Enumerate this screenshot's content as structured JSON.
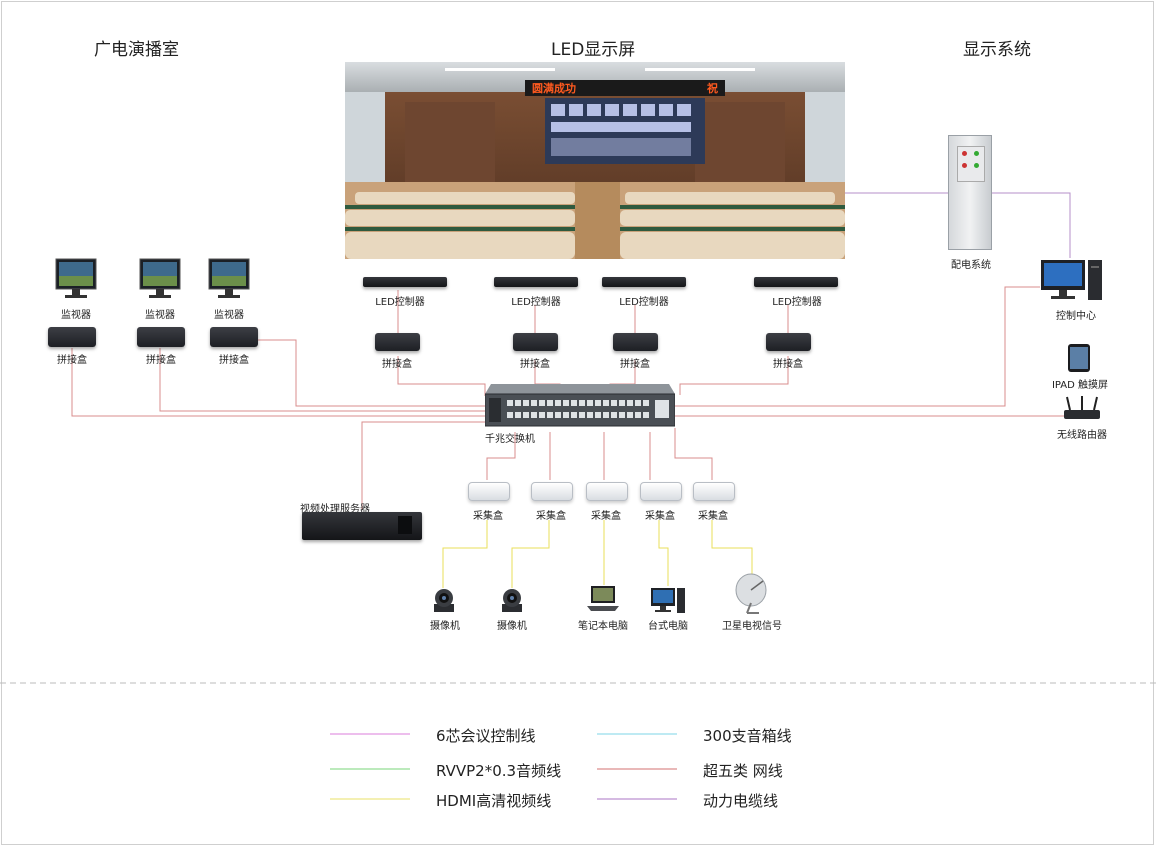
{
  "headers": {
    "studio": "广电演播室",
    "led_screen": "LED显示屏",
    "display_system": "显示系统"
  },
  "led_banner": {
    "left": "圆满成功",
    "right": "祝"
  },
  "devices": {
    "monitors": [
      "监视器",
      "监视器",
      "监视器"
    ],
    "left_splicers": [
      "拼接盒",
      "拼接盒",
      "拼接盒"
    ],
    "led_controllers": [
      "LED控制器",
      "LED控制器",
      "LED控制器",
      "LED控制器"
    ],
    "led_splicers": [
      "拼接盒",
      "拼接盒",
      "拼接盒",
      "拼接盒"
    ],
    "switch": "千兆交换机",
    "video_server": "视频处理服务器",
    "collectors": [
      "采集盒",
      "采集盒",
      "采集盒",
      "采集盒",
      "采集盒"
    ],
    "sources": [
      "摄像机",
      "摄像机",
      "笔记本电脑",
      "台式电脑",
      "卫星电视信号"
    ],
    "power": "配电系统",
    "control_center": "控制中心",
    "ipad": "IPAD 触摸屏",
    "router": "无线路由器"
  },
  "legend": [
    {
      "label": "6芯会议控制线",
      "color": "#e7a9e7"
    },
    {
      "label": "300支音箱线",
      "color": "#a9e3ef"
    },
    {
      "label": "RVVP2*0.3音频线",
      "color": "#a6e3a6"
    },
    {
      "label": "超五类 网线",
      "color": "#e2a0a0"
    },
    {
      "label": "HDMI高清视频线",
      "color": "#f1ec9a"
    },
    {
      "label": "动力电缆线",
      "color": "#c7a4d8"
    }
  ],
  "colors": {
    "network": "#d98c8c",
    "hdmi": "#eadf5a",
    "power": "#b58fc8",
    "divider": "#bbbbbb"
  }
}
